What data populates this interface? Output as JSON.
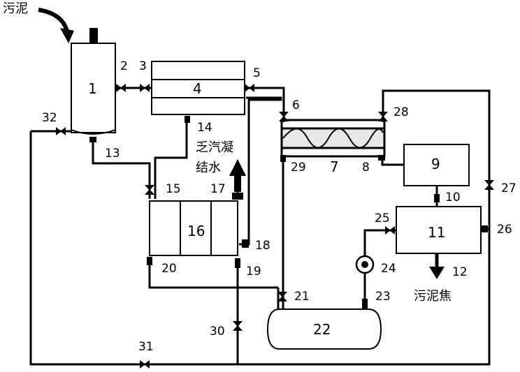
{
  "text_labels": {
    "sludge_in": "污泥",
    "condensate": "乏汽凝",
    "condensate2": "结水",
    "sludge_coke": "污泥焦"
  },
  "units": [
    "1",
    "4",
    "7",
    "9",
    "11",
    "16",
    "22"
  ],
  "ports": [
    "2",
    "3",
    "5",
    "6",
    "8",
    "10",
    "12",
    "13",
    "14",
    "15",
    "17",
    "18",
    "19",
    "20",
    "21",
    "23",
    "24",
    "25",
    "26",
    "27",
    "28",
    "29",
    "30",
    "31",
    "32"
  ],
  "colors": {
    "line": "#000000",
    "fill": "#ffffff"
  },
  "icons": {
    "pump": "pump-icon",
    "valve": "valve-icon",
    "arrow": "arrow-icon"
  }
}
